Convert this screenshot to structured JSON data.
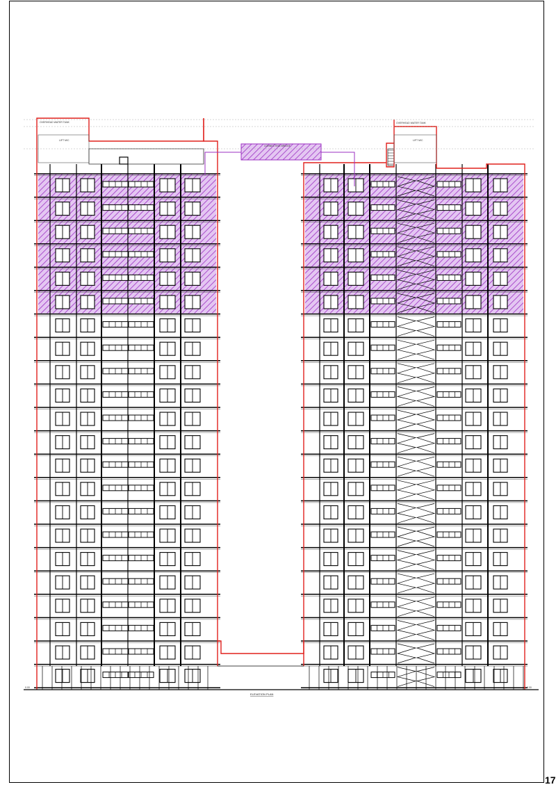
{
  "drawing": {
    "title": "ELEVATION PLAN",
    "page_number": "17",
    "left_tower_roof_label": "OVERHEAD WATER TANK",
    "right_tower_roof_label": "OVERHEAD WATER TANK",
    "left_lift_label": "LIFT M/C",
    "right_lift_label": "LIFT M/C",
    "bridge_label": "CONNECTING BRIDGE",
    "ground_left_marker": "0.00",
    "ground_right_marker": "0.00"
  },
  "colors": {
    "outline": "#e0201c",
    "structure": "#000000",
    "hatch": "#9b2fc2",
    "hatch_fill": "#d9b3ee",
    "purple_line": "#9b2fc2"
  },
  "elevation": {
    "typical_floors": 22,
    "hatched_floors": 6,
    "towers": 2
  }
}
